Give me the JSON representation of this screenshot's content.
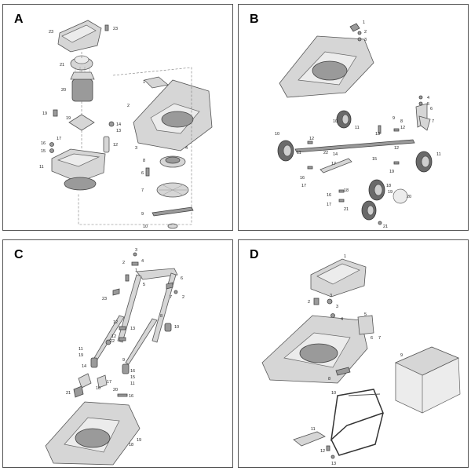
{
  "panels": {
    "a": {
      "letter": "A",
      "labels": [
        "23",
        "23",
        "21",
        "20",
        "2",
        "1",
        "19",
        "19",
        "14",
        "13",
        "16",
        "15",
        "17",
        "12",
        "3",
        "4",
        "8",
        "11",
        "6",
        "7",
        "9",
        "10"
      ]
    },
    "b": {
      "letter": "B",
      "labels": [
        "1",
        "2",
        "3",
        "4",
        "5",
        "6",
        "7",
        "8",
        "9",
        "10",
        "11",
        "12",
        "13",
        "14",
        "15",
        "16",
        "17",
        "18",
        "19",
        "20",
        "21",
        "22",
        "10",
        "11",
        "12",
        "17",
        "16",
        "17",
        "18",
        "19",
        "12",
        "11",
        "21"
      ]
    },
    "c": {
      "letter": "C",
      "labels": [
        "3",
        "2",
        "4",
        "1",
        "5",
        "6",
        "7",
        "2",
        "23",
        "10",
        "8",
        "12",
        "13",
        "22",
        "11",
        "19",
        "14",
        "12",
        "9",
        "16",
        "15",
        "11",
        "20",
        "21",
        "17",
        "16",
        "18",
        "19",
        "10"
      ]
    },
    "d": {
      "letter": "D",
      "labels": [
        "1",
        "2",
        "3",
        "3",
        "4",
        "5",
        "6",
        "7",
        "8",
        "9",
        "10",
        "11",
        "12",
        "13"
      ]
    }
  }
}
